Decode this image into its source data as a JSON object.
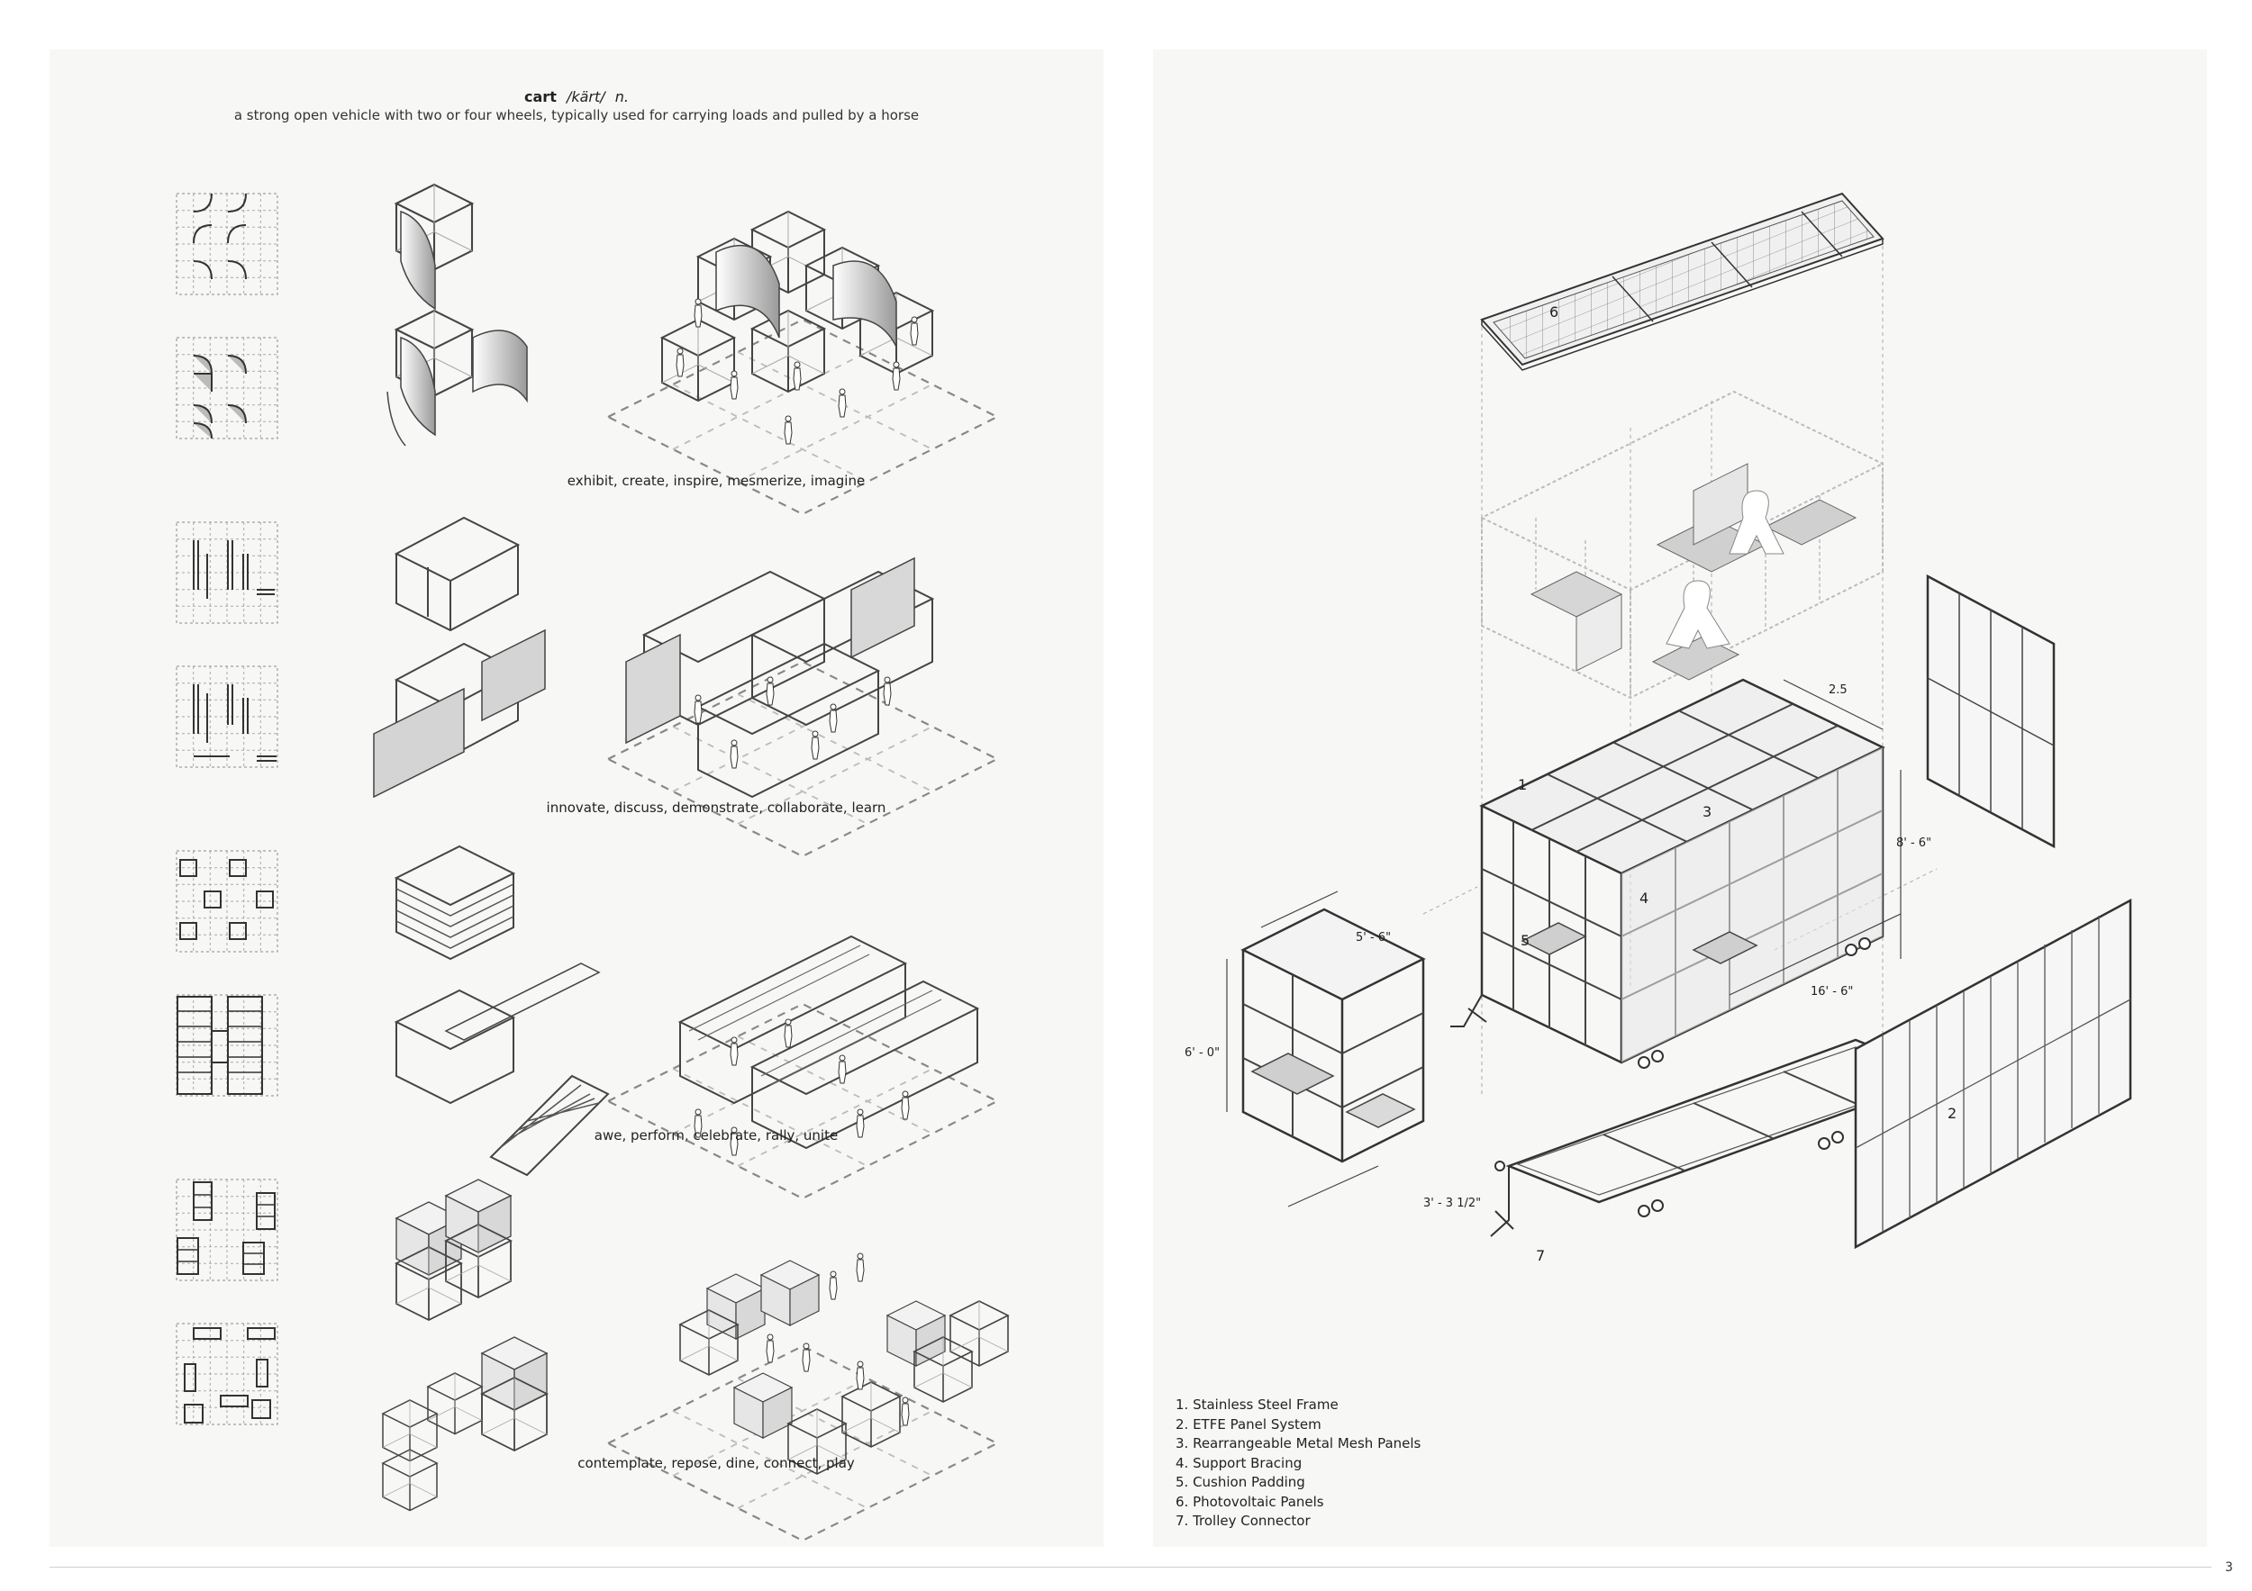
{
  "definition": {
    "term": "cart",
    "pronunciation": "/kärt/",
    "part_of_speech": "n.",
    "text": "a strong open vehicle with two or four wheels, typically used for carrying loads and pulled by a horse"
  },
  "configurations": [
    {
      "caption": "exhibit, create, inspire, mesmerize, imagine"
    },
    {
      "caption": "innovate, discuss, demonstrate, collaborate, learn"
    },
    {
      "caption": "awe, perform, celebrate, rally, unite"
    },
    {
      "caption": "contemplate, repose, dine, connect, play"
    }
  ],
  "exploded_axon": {
    "dimensions": {
      "top_depth": "2.5",
      "height": "8' - 6\"",
      "length": "16' - 6\"",
      "module_width": "5' - 6\"",
      "module_height": "6' - 0\"",
      "module_depth": "3' - 3 1/2\""
    },
    "callouts": [
      "1",
      "2",
      "3",
      "4",
      "5",
      "6",
      "7"
    ]
  },
  "legend": [
    "1. Stainless Steel Frame",
    "2. ETFE Panel System",
    "3. Rearrangeable Metal Mesh Panels",
    "4. Support Bracing",
    "5. Cushion Padding",
    "6. Photovoltaic Panels",
    "7. Trolley Connector"
  ],
  "page_number": "3"
}
